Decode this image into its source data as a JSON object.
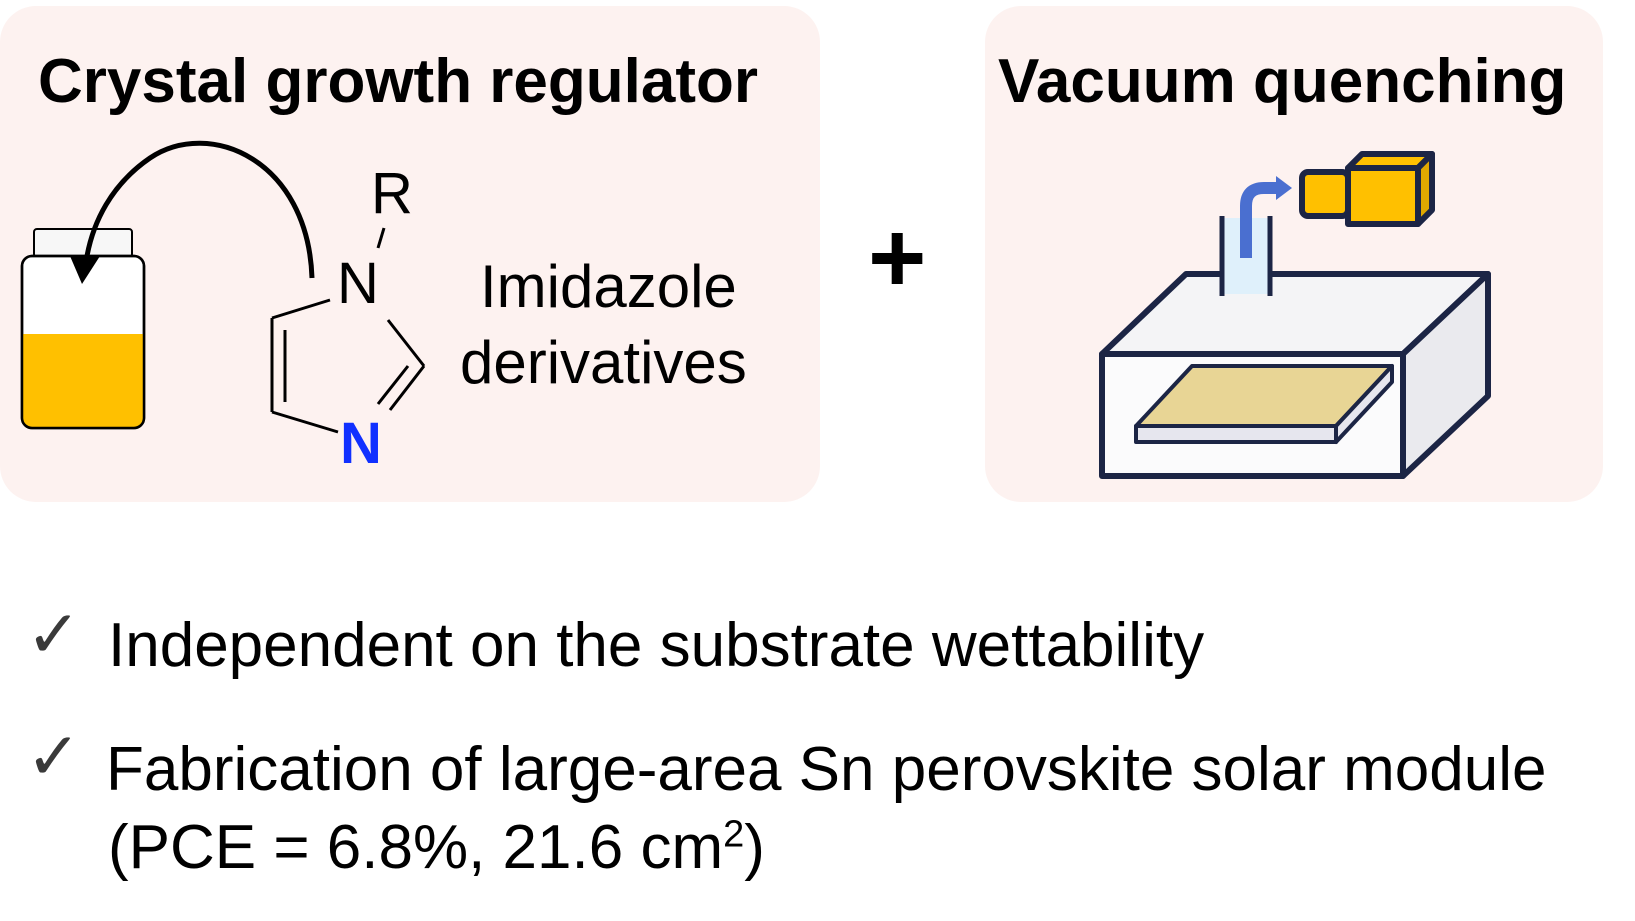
{
  "panels": {
    "left": {
      "title": "Crystal growth regulator",
      "molecule_label_line1": "Imidazole",
      "molecule_label_line2": "derivatives",
      "atoms": {
        "substituent": "R",
        "n_top": "N",
        "n_bottom": "N"
      }
    },
    "right": {
      "title": "Vacuum quenching"
    },
    "plus_sign": "+"
  },
  "bullets": {
    "check_glyph": "✓",
    "item1": "Independent on the substrate wettability",
    "item2_line1": "Fabrication of large-area Sn perovskite solar module",
    "item2_line2_prefix": "(PCE = 6.8%, 21.6 cm",
    "item2_line2_sup": "2",
    "item2_line2_suffix": ")"
  },
  "colors": {
    "panel_bg": "#fdf2f0",
    "solution": "#ffc000",
    "nitrogen_highlight": "#1030ff",
    "box_outline": "#1c2545",
    "substrate_film": "#e8d595",
    "pump_arrow": "#4a6fd0"
  },
  "icons": [
    "vial-icon",
    "curved-arrow-icon",
    "vacuum-chamber-icon",
    "vacuum-pump-icon",
    "exhaust-arrow-icon",
    "check-icon"
  ]
}
